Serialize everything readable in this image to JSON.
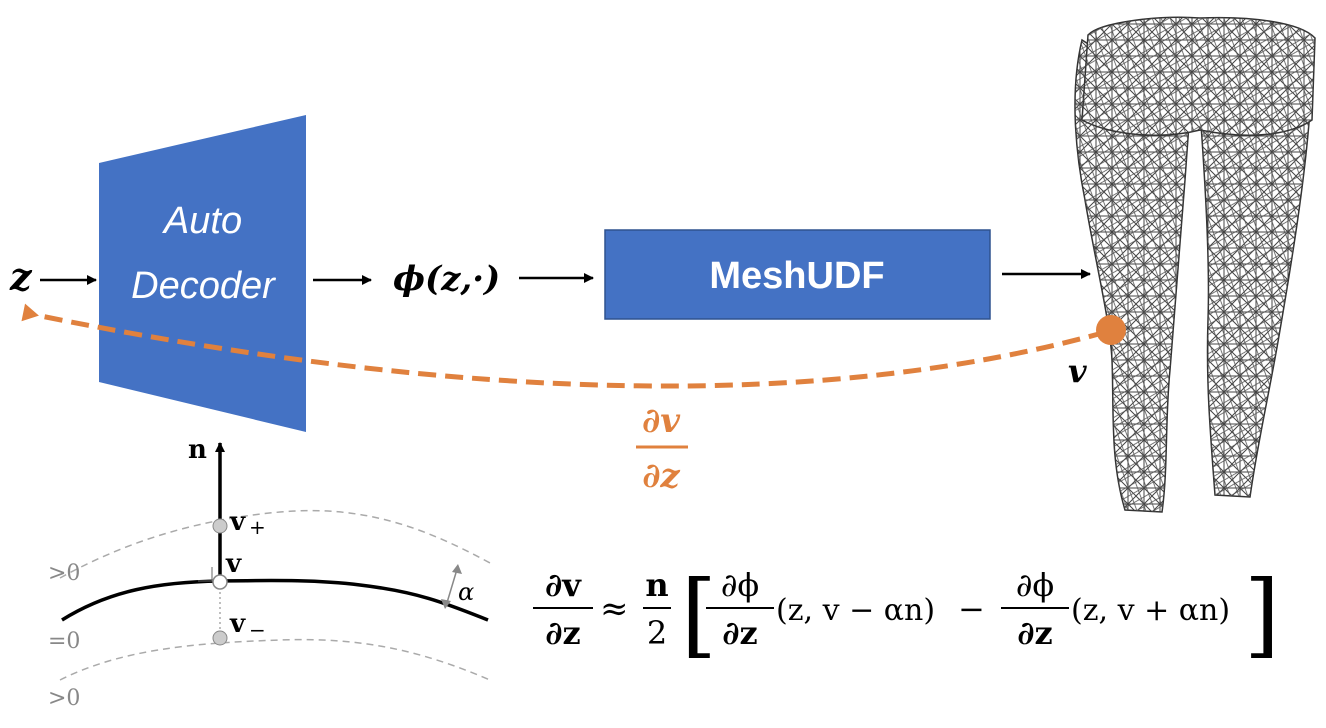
{
  "pipeline": {
    "input_label": "z",
    "decoder_line1": "Auto",
    "decoder_line2": "Decoder",
    "field_label": "ϕ(z,·)",
    "meshudf_label": "MeshUDF",
    "vertex_label": "v"
  },
  "gradient": {
    "numerator": "∂v",
    "denominator": "∂z"
  },
  "inset": {
    "normal_label": "n",
    "v_plus_label": "v",
    "v_plus_sub": "+",
    "v_label": "v",
    "v_minus_label": "v",
    "v_minus_sub": "−",
    "alpha_label": "α",
    "level_top": ">0",
    "level_mid": "=0",
    "level_bottom": ">0"
  },
  "equation": {
    "lhs_num": "∂v",
    "lhs_den": "∂z",
    "approx": "≈",
    "coef_num": "n",
    "coef_den": "2",
    "bracket_open": "[",
    "t1_num": "∂ϕ",
    "t1_den": "∂z",
    "t1_args": "(z, v − αn)",
    "minus": "−",
    "t2_num": "∂ϕ",
    "t2_den": "∂z",
    "t2_args": "(z, v + αn)",
    "bracket_close": "]"
  },
  "colors": {
    "block_fill": "#4472c4",
    "accent": "#e0813e",
    "text": "#000000",
    "mesh": "#444444"
  }
}
